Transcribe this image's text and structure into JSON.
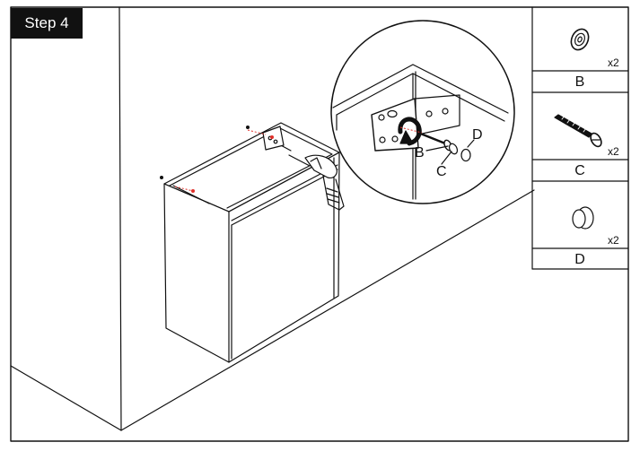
{
  "step": {
    "label": "Step 4"
  },
  "parts": [
    {
      "letter": "B",
      "name": "washer",
      "icon": "washer-icon",
      "quantity": "x2"
    },
    {
      "letter": "C",
      "name": "screw",
      "icon": "screw-icon",
      "quantity": "x2"
    },
    {
      "letter": "D",
      "name": "cap",
      "icon": "cap-icon",
      "quantity": "x2"
    }
  ],
  "callouts": {
    "b": "B",
    "c": "C",
    "d": "D"
  },
  "colors": {
    "line": "#111111",
    "accent": "#e0302a",
    "fill": "#ffffff"
  }
}
